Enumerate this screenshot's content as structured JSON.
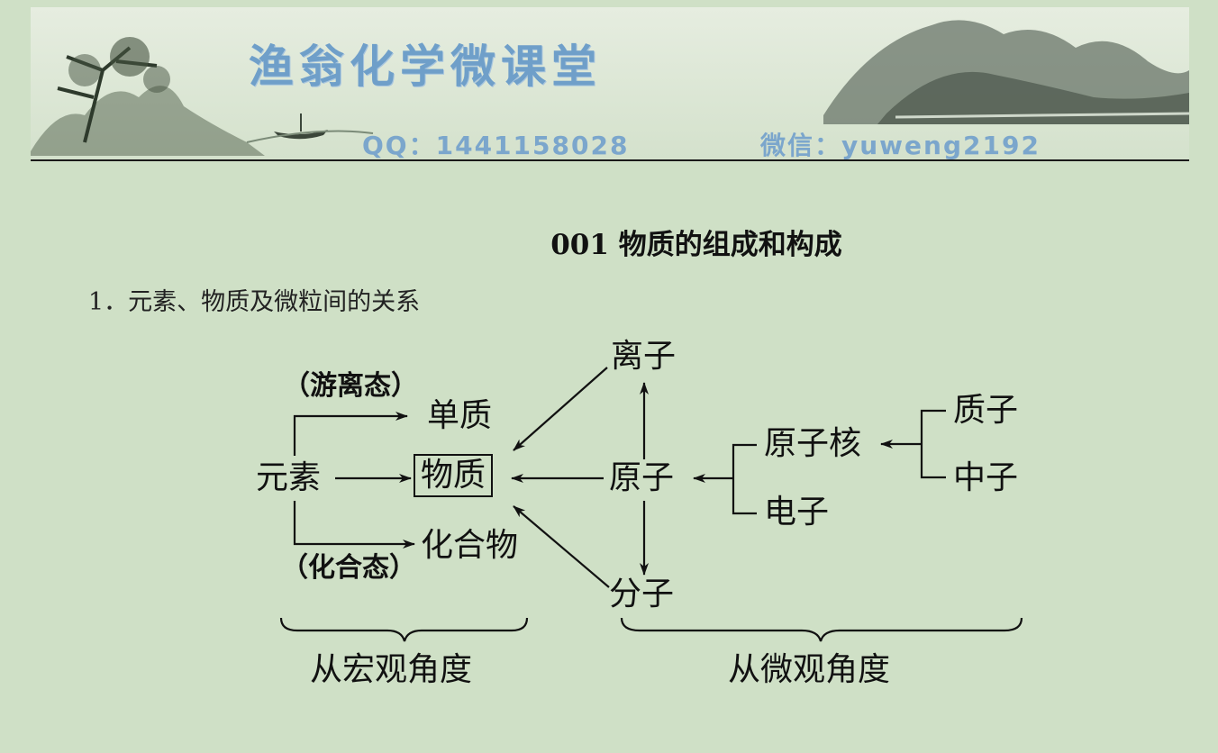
{
  "banner": {
    "title": "渔翁化学微课堂",
    "qq": "QQ：1441158028",
    "wechat": "微信：yuweng2192"
  },
  "document": {
    "title": "001 物质的组成和构成",
    "section_heading": "1．元素、物质及微粒间的关系"
  },
  "diagram": {
    "element": "元素",
    "substance": "物质",
    "simple_substance": "单质",
    "compound": "化合物",
    "free_state": "（游离态）",
    "combined_state": "（化合态）",
    "ion": "离子",
    "atom": "原子",
    "molecule": "分子",
    "nucleus": "原子核",
    "electron": "电子",
    "proton": "质子",
    "neutron": "中子",
    "macro_view": "从宏观角度",
    "micro_view": "从微观角度"
  }
}
